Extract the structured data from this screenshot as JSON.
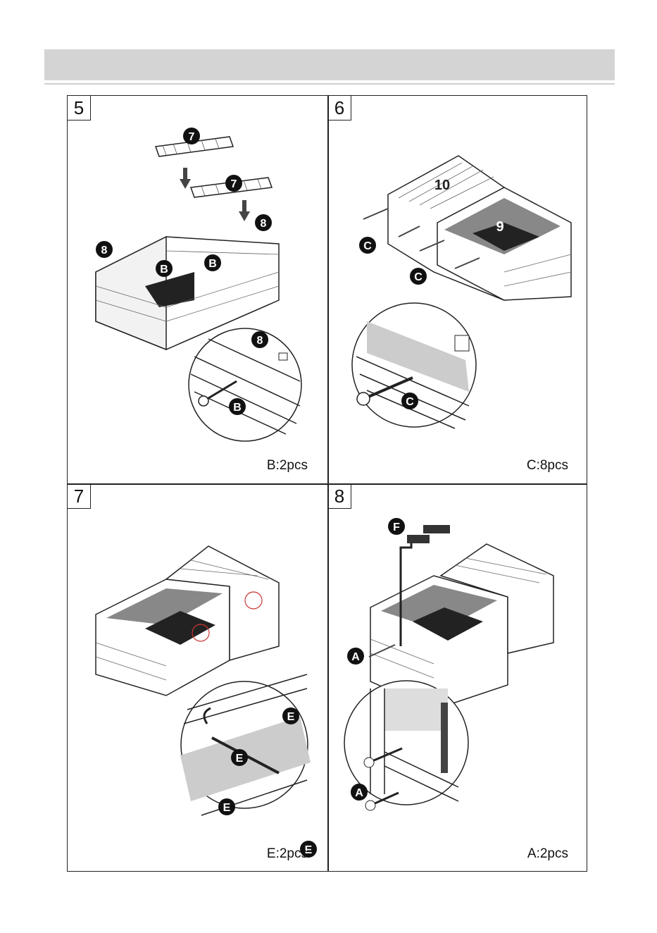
{
  "steps": [
    {
      "number": "5",
      "quantity": "B:2pcs",
      "callouts": {
        "part_top_a": "7",
        "part_top_b": "7",
        "part_8_right": "8",
        "part_8_left": "8",
        "screw_b1": "B",
        "screw_b2": "B",
        "zoom_part": "8",
        "zoom_screw": "B"
      }
    },
    {
      "number": "6",
      "quantity": "C:8pcs",
      "callouts": {
        "lid": "10",
        "cage": "9",
        "screw_c1": "C",
        "screw_c2": "C",
        "zoom_screw": "C"
      }
    },
    {
      "number": "7",
      "quantity": "E:2pcs",
      "callouts": {
        "hook_e1": "E",
        "hook_e2": "E",
        "zoom_e1": "E",
        "zoom_e2": "E"
      }
    },
    {
      "number": "8",
      "quantity": "A:2pcs",
      "callouts": {
        "lamp": "F",
        "screw_a": "A",
        "zoom_screw": "A"
      }
    }
  ]
}
